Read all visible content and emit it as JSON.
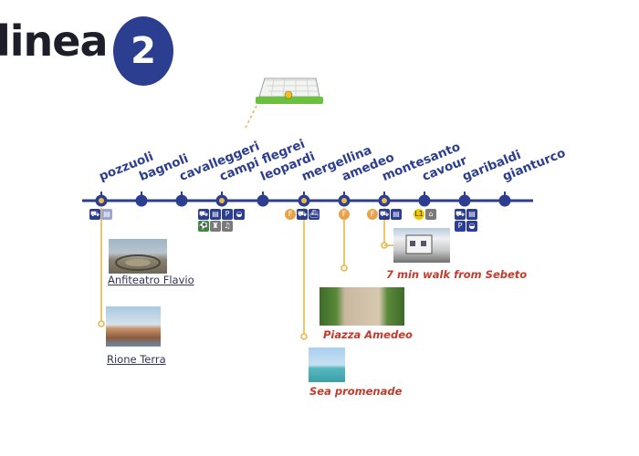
{
  "logo": {
    "text": "linea",
    "number": "2"
  },
  "colors": {
    "line": "#2c3e8f",
    "accent": "#e8b84a",
    "caption": "#c43a2a"
  },
  "stations": [
    {
      "name": "pozzuoli",
      "icons": [
        "train-icon",
        "bus-icon"
      ]
    },
    {
      "name": "bagnoli",
      "icons": []
    },
    {
      "name": "cavalleggeri",
      "icons": []
    },
    {
      "name": "campi flegrei",
      "icons": [
        "train-icon",
        "bus-icon",
        "parking-icon",
        "taxi-icon",
        "stadium-icon",
        "sports-icon",
        "theatre-icon"
      ]
    },
    {
      "name": "leopardi",
      "icons": []
    },
    {
      "name": "mergellina",
      "icons": [
        "funicular-icon",
        "train-icon",
        "ferry-icon"
      ]
    },
    {
      "name": "amedeo",
      "icons": [
        "funicular-icon"
      ]
    },
    {
      "name": "montesanto",
      "icons": [
        "funicular-icon",
        "train-icon",
        "bus-icon"
      ]
    },
    {
      "name": "cavour",
      "icons": [
        "metro-line-1-icon",
        "museum-icon"
      ]
    },
    {
      "name": "garibaldi",
      "icons": [
        "train-icon",
        "bus-icon",
        "parking-icon",
        "taxi-icon"
      ]
    },
    {
      "name": "gianturco",
      "icons": []
    }
  ],
  "points_of_interest": [
    {
      "label": "Anfiteatro Flavio",
      "style": "link",
      "photo": "amphitheatre-photo"
    },
    {
      "label": "Rione Terra",
      "style": "link",
      "photo": "harbour-town-photo"
    },
    {
      "label": "7 min walk from Sebeto",
      "style": "caption",
      "photo": "street-photo"
    },
    {
      "label": "Piazza Amedeo",
      "style": "caption",
      "photo": "square-photo"
    },
    {
      "label": "Sea promenade",
      "style": "caption",
      "photo": "sea-photo"
    }
  ],
  "stadium_icon": "football-goal-icon"
}
